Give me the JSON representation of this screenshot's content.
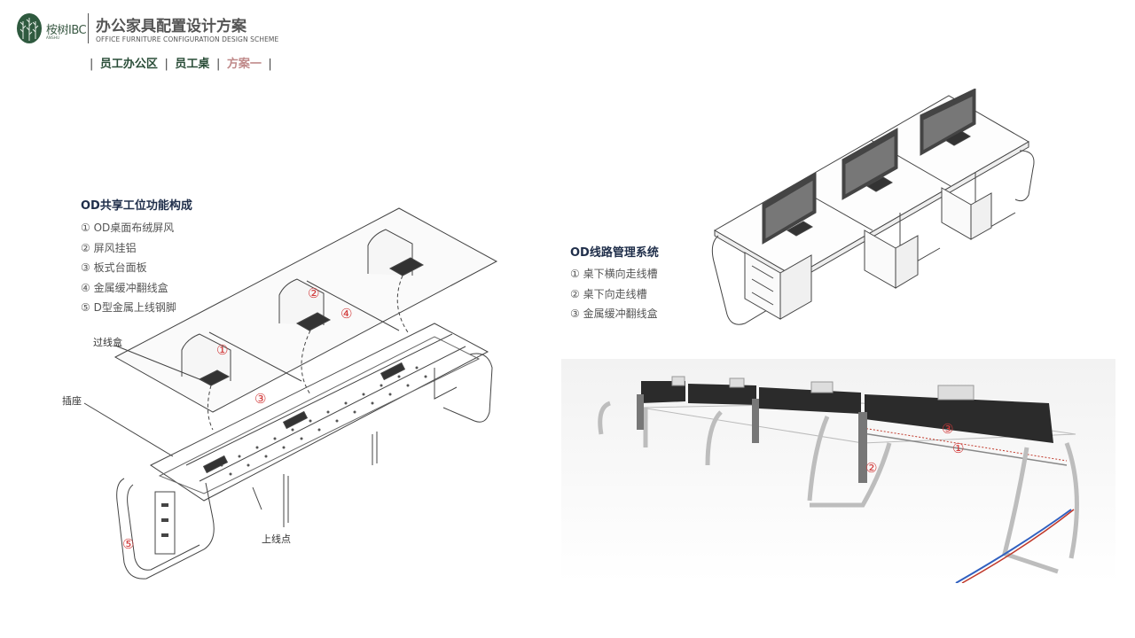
{
  "header": {
    "brand_name": "桉树IBC",
    "brand_sub": "ANSHU",
    "title": "办公家具配置设计方案",
    "subtitle": "OFFICE FURNITURE CONFIGURATION DESIGN SCHEME"
  },
  "breadcrumb": {
    "items": [
      {
        "label": "员工办公区",
        "active": false
      },
      {
        "label": "员工桌",
        "active": false
      },
      {
        "label": "方案一",
        "active": true
      }
    ],
    "separator": "|"
  },
  "left_section": {
    "title": "OD共享工位功能构成",
    "items": [
      "① OD桌面布绒屏风",
      "② 屏风挂铝",
      "③ 板式台面板",
      "④ 金属缓冲翻线盒",
      "⑤ D型金属上线钢脚"
    ]
  },
  "right_section": {
    "title": "OD线路管理系统",
    "items": [
      "① 桌下横向走线槽",
      "② 桌下向走线槽",
      "③ 金属缓冲翻线盒"
    ]
  },
  "diagram_labels": {
    "cable_box": "过线盒",
    "socket": "插座",
    "wiring_point": "上线点"
  },
  "markers": {
    "m1": "①",
    "m2": "②",
    "m3": "③",
    "m4": "④",
    "m5": "⑤"
  },
  "colors": {
    "brand_green": "#3b5a45",
    "title_navy": "#1f2e4a",
    "marker_red": "#d23b3b",
    "active_crumb": "#c08a8a"
  }
}
